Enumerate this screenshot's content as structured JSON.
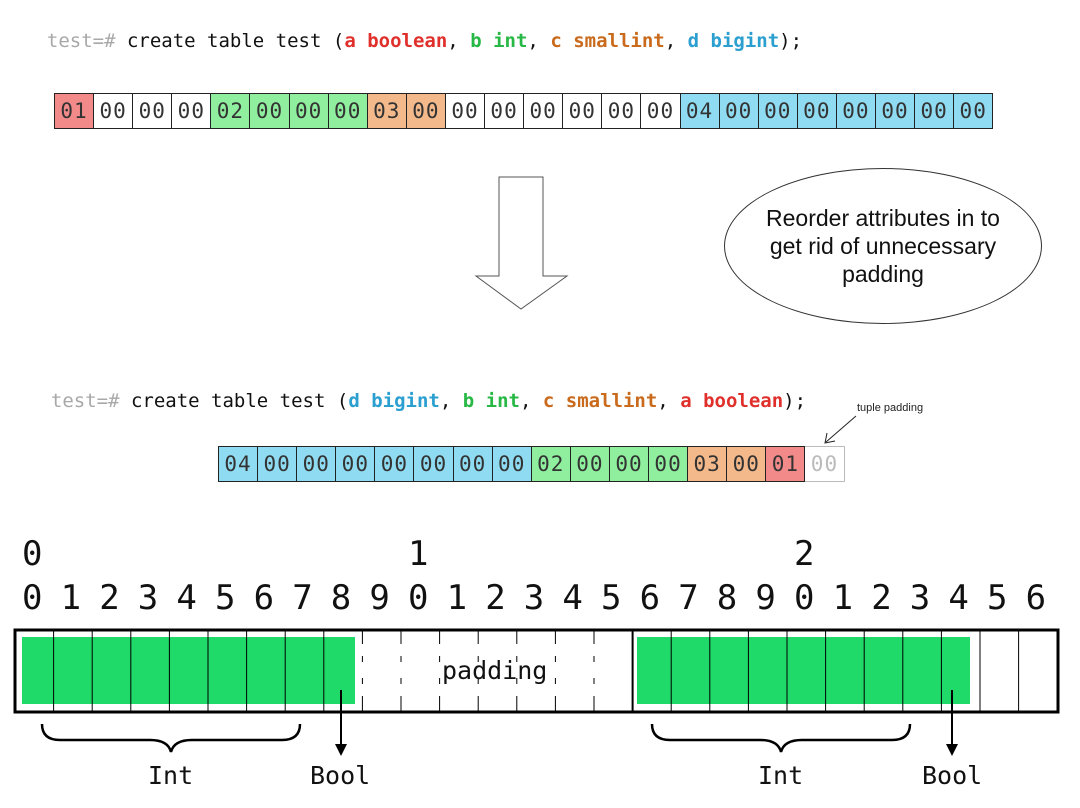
{
  "query1": {
    "prompt": "test=#",
    "text": " create table test (",
    "cols": [
      {
        "name": "a",
        "type": "boolean",
        "color": "red"
      },
      {
        "name": "b",
        "type": "int",
        "color": "green"
      },
      {
        "name": "c",
        "type": "smallint",
        "color": "orange"
      },
      {
        "name": "d",
        "type": "bigint",
        "color": "blue"
      }
    ],
    "end": ");"
  },
  "row1": [
    {
      "v": "01",
      "c": "red"
    },
    {
      "v": "00",
      "c": "white"
    },
    {
      "v": "00",
      "c": "white"
    },
    {
      "v": "00",
      "c": "white"
    },
    {
      "v": "02",
      "c": "green"
    },
    {
      "v": "00",
      "c": "green"
    },
    {
      "v": "00",
      "c": "green"
    },
    {
      "v": "00",
      "c": "green"
    },
    {
      "v": "03",
      "c": "orange"
    },
    {
      "v": "00",
      "c": "orange"
    },
    {
      "v": "00",
      "c": "white"
    },
    {
      "v": "00",
      "c": "white"
    },
    {
      "v": "00",
      "c": "white"
    },
    {
      "v": "00",
      "c": "white"
    },
    {
      "v": "00",
      "c": "white"
    },
    {
      "v": "00",
      "c": "white"
    },
    {
      "v": "04",
      "c": "blue"
    },
    {
      "v": "00",
      "c": "blue"
    },
    {
      "v": "00",
      "c": "blue"
    },
    {
      "v": "00",
      "c": "blue"
    },
    {
      "v": "00",
      "c": "blue"
    },
    {
      "v": "00",
      "c": "blue"
    },
    {
      "v": "00",
      "c": "blue"
    },
    {
      "v": "00",
      "c": "blue"
    }
  ],
  "callout": "Reorder attributes in to get rid of unnecessary padding",
  "query2": {
    "prompt": "test=#",
    "text": " create table test (",
    "cols": [
      {
        "name": "d",
        "type": "bigint",
        "color": "blue"
      },
      {
        "name": "b",
        "type": "int",
        "color": "green"
      },
      {
        "name": "c",
        "type": "smallint",
        "color": "orange"
      },
      {
        "name": "a",
        "type": "boolean",
        "color": "red"
      }
    ],
    "end": ");"
  },
  "row2": [
    {
      "v": "04",
      "c": "blue"
    },
    {
      "v": "00",
      "c": "blue"
    },
    {
      "v": "00",
      "c": "blue"
    },
    {
      "v": "00",
      "c": "blue"
    },
    {
      "v": "00",
      "c": "blue"
    },
    {
      "v": "00",
      "c": "blue"
    },
    {
      "v": "00",
      "c": "blue"
    },
    {
      "v": "00",
      "c": "blue"
    },
    {
      "v": "02",
      "c": "green"
    },
    {
      "v": "00",
      "c": "green"
    },
    {
      "v": "00",
      "c": "green"
    },
    {
      "v": "00",
      "c": "green"
    },
    {
      "v": "03",
      "c": "orange"
    },
    {
      "v": "00",
      "c": "orange"
    },
    {
      "v": "01",
      "c": "red"
    },
    {
      "v": "00",
      "c": "pad"
    }
  ],
  "tuple_padding_label": "tuple padding",
  "ruler": {
    "tens": [
      "0",
      "1",
      "2"
    ],
    "ones": [
      "0",
      "1",
      "2",
      "3",
      "4",
      "5",
      "6",
      "7",
      "8",
      "9",
      "0",
      "1",
      "2",
      "3",
      "4",
      "5",
      "6",
      "7",
      "8",
      "9",
      "0",
      "1",
      "2",
      "3",
      "4",
      "5",
      "6"
    ]
  },
  "layout_labels": {
    "padding": "padding",
    "int": "Int",
    "bool": "Bool"
  },
  "colors": {
    "fill_green": "#1fd968"
  }
}
